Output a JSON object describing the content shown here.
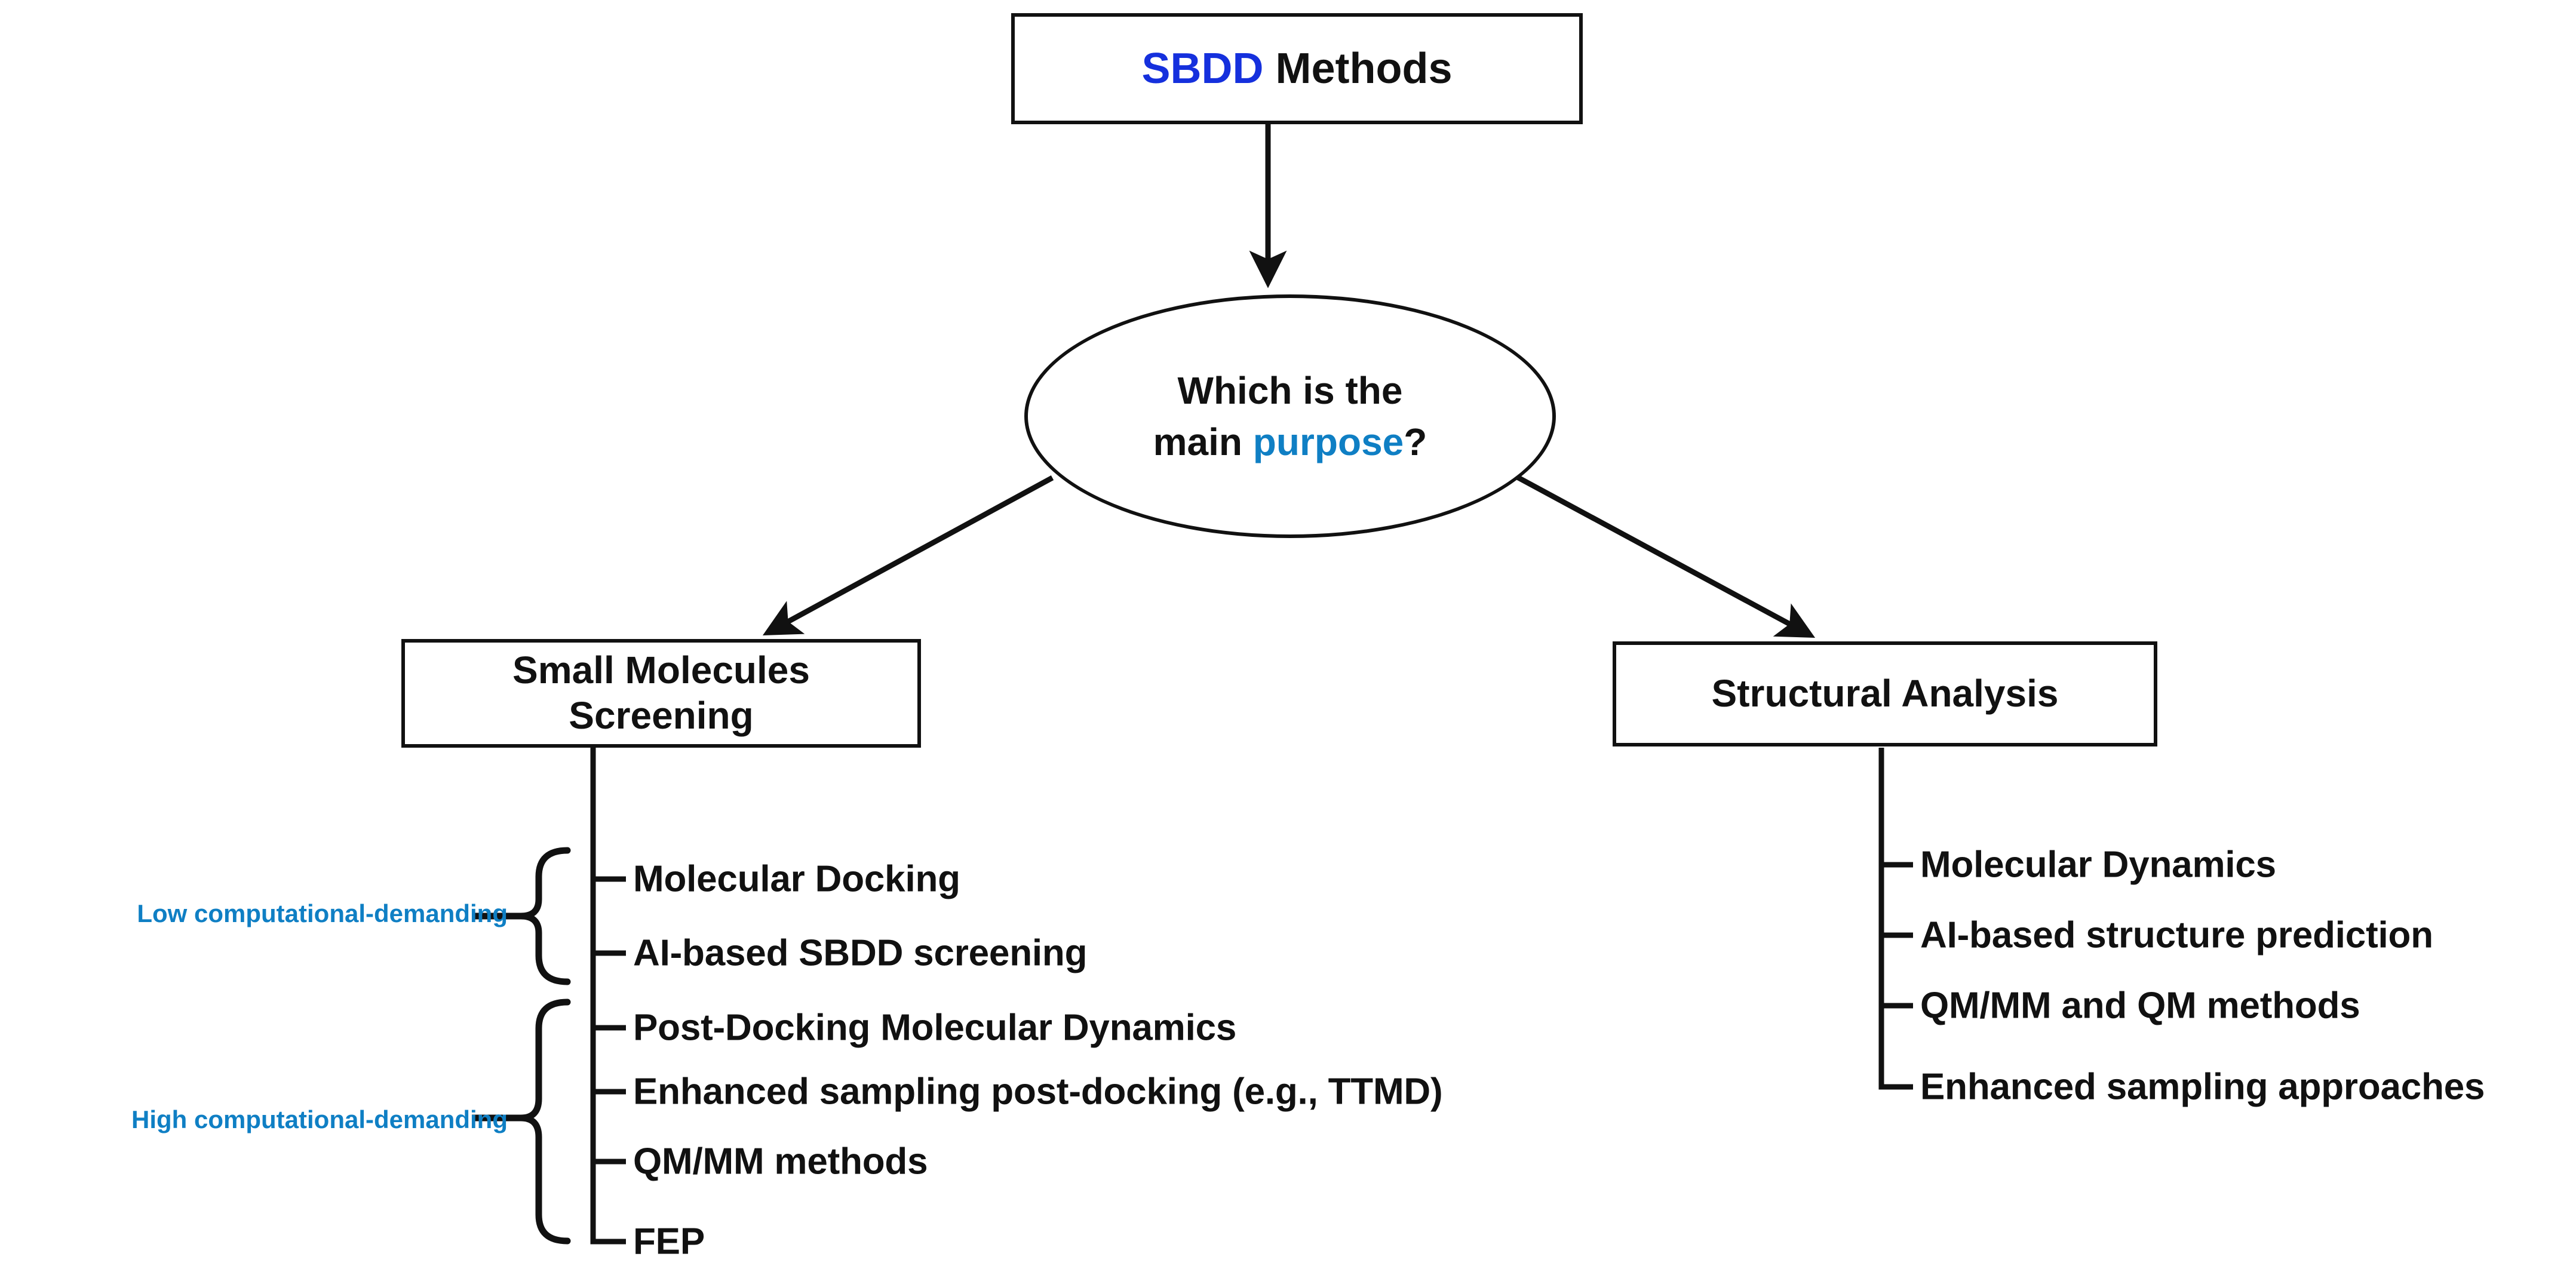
{
  "diagram": {
    "title_node": {
      "accent_text": "SBDD",
      "rest_text": " Methods"
    },
    "decision_node": {
      "line1": "Which is the",
      "line2_pre": "main ",
      "line2_accent": "purpose",
      "line2_post": "?"
    },
    "branches": [
      {
        "id": "small-molecules-screening",
        "label_line1": "Small Molecules",
        "label_line2": "Screening",
        "groups": [
          {
            "id": "low-computational-demanding",
            "label": "Low computational-demanding",
            "items": [
              "Molecular Docking",
              "AI-based SBDD screening"
            ]
          },
          {
            "id": "high-computational-demanding",
            "label": "High computational-demanding",
            "items": [
              "Post-Docking Molecular Dynamics",
              "Enhanced sampling post-docking (e.g., TTMD)",
              "QM/MM methods",
              "FEP"
            ]
          }
        ]
      },
      {
        "id": "structural-analysis",
        "label_line1": "Structural Analysis",
        "label_line2": "",
        "groups": [
          {
            "id": "structural-analysis-methods",
            "label": "",
            "items": [
              "Molecular Dynamics",
              "AI-based structure prediction",
              "QM/MM and QM methods",
              "Enhanced sampling approaches"
            ]
          }
        ]
      }
    ],
    "colors": {
      "accent_deep_blue": "#1530dd",
      "accent_cyan_blue": "#0f7fc4",
      "stroke": "#111111",
      "background": "#ffffff"
    }
  }
}
